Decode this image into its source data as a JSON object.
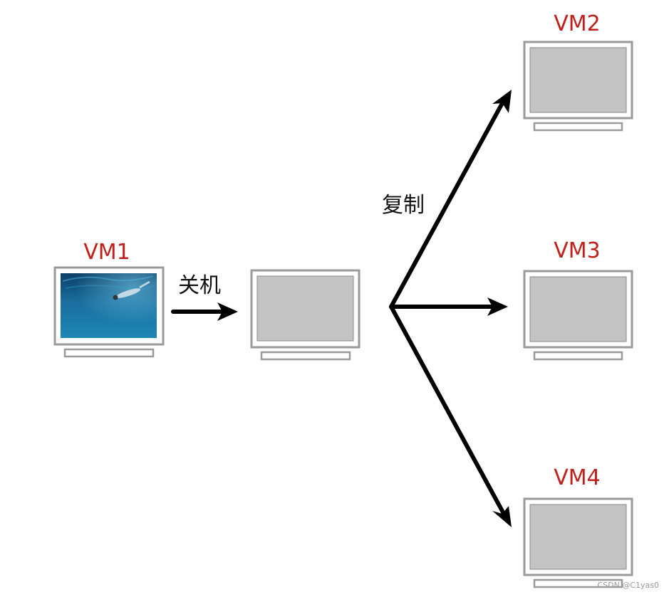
{
  "diagram": {
    "nodes": [
      {
        "id": "vm1",
        "label": "VM1",
        "screen": "underwater-photo"
      },
      {
        "id": "vm-off",
        "label": "",
        "screen": "blank"
      },
      {
        "id": "vm2",
        "label": "VM2",
        "screen": "blank"
      },
      {
        "id": "vm3",
        "label": "VM3",
        "screen": "blank"
      },
      {
        "id": "vm4",
        "label": "VM4",
        "screen": "blank"
      }
    ],
    "edges": [
      {
        "from": "vm1",
        "to": "vm-off",
        "label": "关机"
      },
      {
        "from": "vm-off",
        "to": "vm2",
        "label": "复制"
      },
      {
        "from": "vm-off",
        "to": "vm3",
        "label": ""
      },
      {
        "from": "vm-off",
        "to": "vm4",
        "label": ""
      }
    ],
    "watermark": "CSDN @C1yas0"
  },
  "colors": {
    "label": "#c0201a",
    "text": "#111111",
    "arrow": "#000000",
    "monitor_frame": "#ffffff",
    "monitor_border": "#9a9a9a",
    "screen_fill": "#c3c3c3",
    "water_dark": "#0b3f66",
    "water_light": "#2a8fc0"
  }
}
